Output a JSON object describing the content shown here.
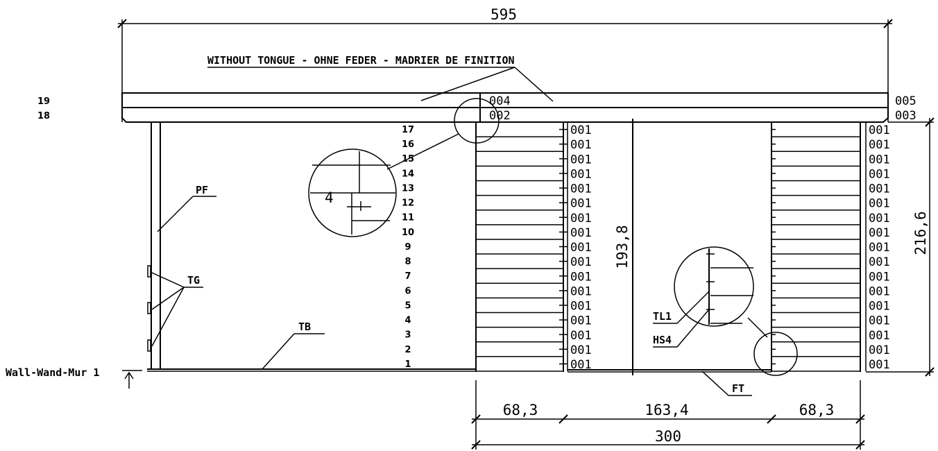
{
  "dimensions": {
    "total_width": "595",
    "bottom_total": "300",
    "left_segment": "68,3",
    "middle_segment": "163,4",
    "right_segment": "68,3",
    "door_height": "193,8",
    "wall_height": "216,6"
  },
  "top_note": "WITHOUT TONGUE - OHNE FEDER - MADRIER DE FINITION",
  "wall_label": "Wall-Wand-Mur 1",
  "detail_number": "4",
  "part_labels": {
    "pf": "PF",
    "tg": "TG",
    "tb": "TB",
    "tl1": "TL1",
    "hs4": "HS4",
    "ft": "FT"
  },
  "top_tags": {
    "mid_top": "004",
    "mid_bottom": "002",
    "right_top": "005",
    "right_bottom": "003"
  },
  "top_rows": [
    "19",
    "18"
  ],
  "row_numbers": [
    "17",
    "16",
    "15",
    "14",
    "13",
    "12",
    "11",
    "10",
    "9",
    "8",
    "7",
    "6",
    "5",
    "4",
    "3",
    "2",
    "1"
  ],
  "log_tag": "001"
}
